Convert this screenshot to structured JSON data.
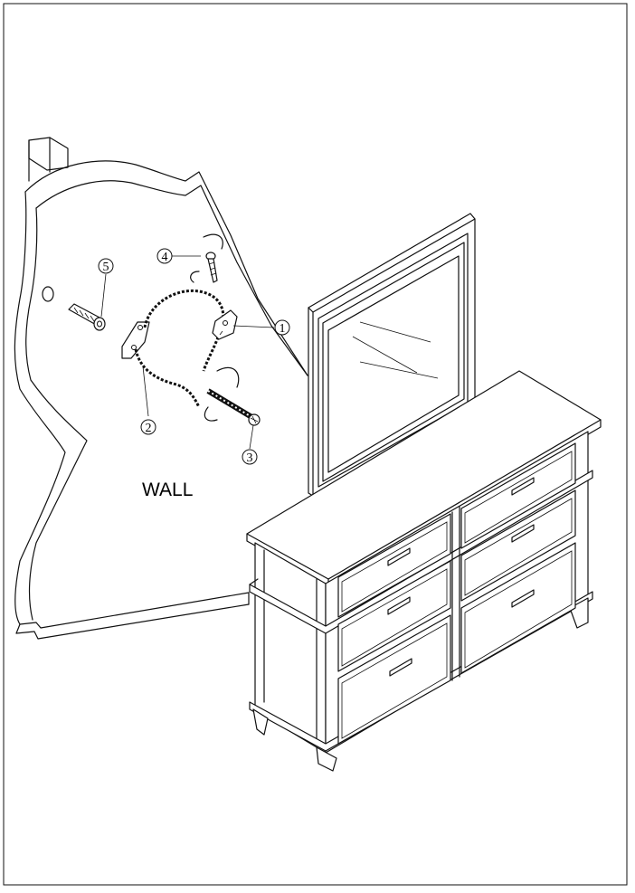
{
  "diagram": {
    "wall_label": "WALL",
    "callouts": {
      "c1": "1",
      "c2": "2",
      "c3": "3",
      "c4": "4",
      "c5": "5"
    }
  }
}
